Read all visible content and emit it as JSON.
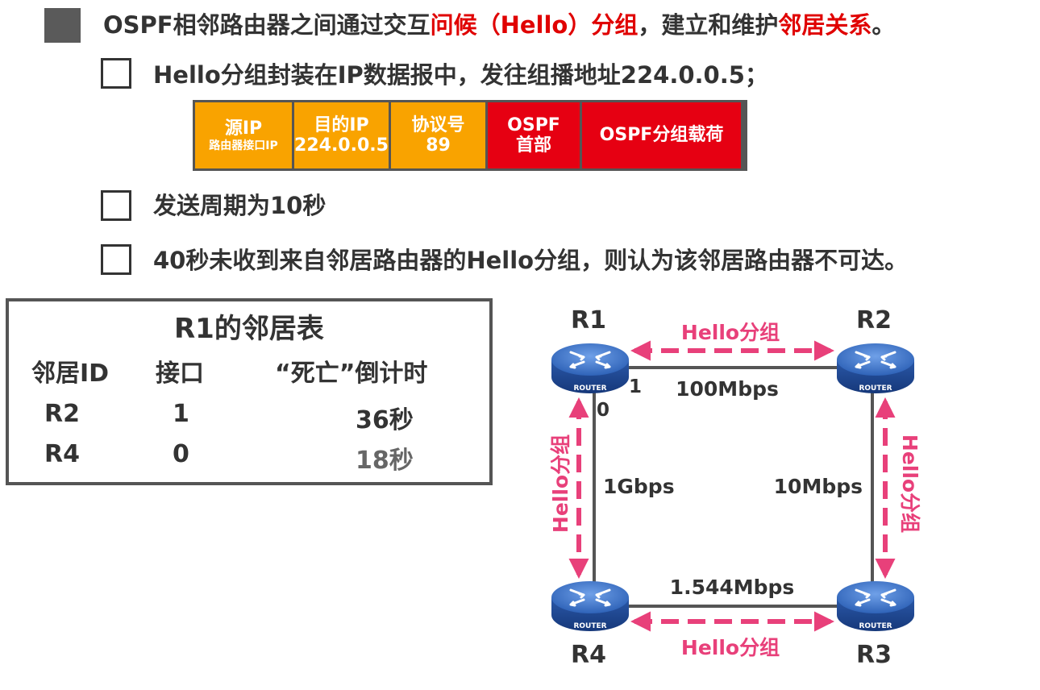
{
  "header": {
    "p1": "OSPF相邻路由器之间通过交互",
    "p2": "问候（Hello）分组",
    "p3": "，建立和维护",
    "p4": "邻居关系",
    "p5": "。"
  },
  "bullets": [
    "Hello分组封装在IP数据报中，发往组播地址224.0.0.5；",
    "发送周期为10秒",
    "40秒未收到来自邻居路由器的Hello分组，则认为该邻居路由器不可达。"
  ],
  "packet": {
    "src": {
      "line1": "源IP",
      "line2": "路由器接口IP"
    },
    "dst": {
      "line1": "目的IP",
      "line2": "224.0.0.5"
    },
    "proto": {
      "line1": "协议号",
      "line2": "89"
    },
    "ospf_header": {
      "line1": "OSPF",
      "line2": "首部"
    },
    "payload": "OSPF分组载荷"
  },
  "neighbor_table": {
    "title": "R1的邻居表",
    "headers": [
      "邻居ID",
      "接口",
      "“死亡”倒计时"
    ],
    "rows": [
      [
        "R2",
        "1",
        "36秒"
      ],
      [
        "R4",
        "0",
        "18秒"
      ]
    ]
  },
  "topology": {
    "routers": [
      "R1",
      "R2",
      "R3",
      "R4"
    ],
    "router_caption": "ROUTER",
    "links": {
      "r1_r2": "100Mbps",
      "r1_r4": "1Gbps",
      "r2_r3": "10Mbps",
      "r4_r3": "1.544Mbps"
    },
    "interfaces": {
      "r1_right": "1",
      "r1_bottom": "0"
    },
    "hello_label": "Hello分组"
  },
  "colors": {
    "emphasis_red": "#e00000",
    "hello_pink": "#e8407a",
    "orange_field": "#f9a300",
    "red_field": "#e60012",
    "router_blue": "#2f63b8"
  }
}
